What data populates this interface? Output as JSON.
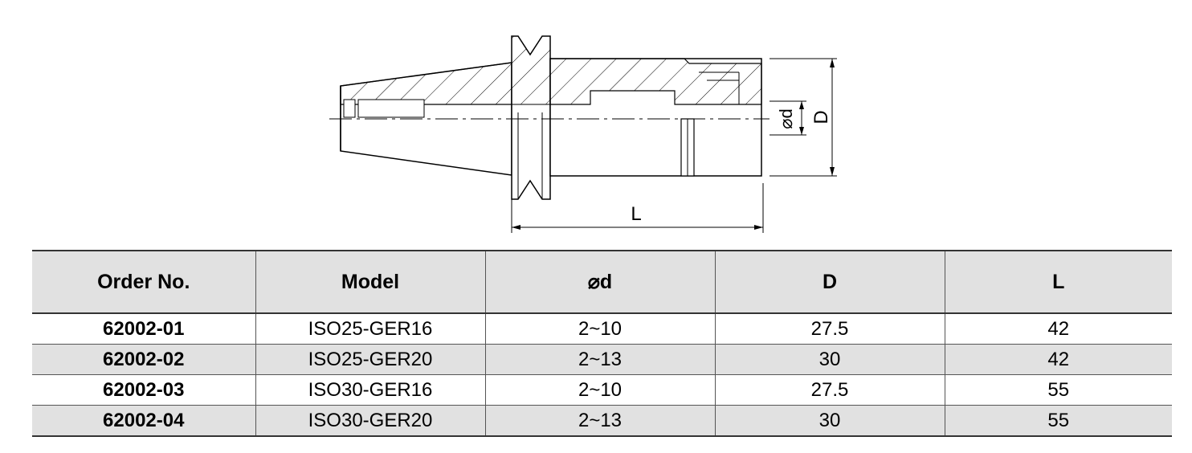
{
  "drawing": {
    "labels": {
      "bore": "⌀d",
      "outer_diameter": "D",
      "length": "L"
    }
  },
  "table": {
    "headers": [
      "Order No.",
      "Model",
      "⌀d",
      "D",
      "L"
    ],
    "rows": [
      [
        "62002-01",
        "ISO25-GER16",
        "2~10",
        "27.5",
        "42"
      ],
      [
        "62002-02",
        "ISO25-GER20",
        "2~13",
        "30",
        "42"
      ],
      [
        "62002-03",
        "ISO30-GER16",
        "2~10",
        "27.5",
        "55"
      ],
      [
        "62002-04",
        "ISO30-GER20",
        "2~13",
        "30",
        "55"
      ]
    ]
  },
  "colors": {
    "header_bg": "#e1e1e1",
    "alt_row_bg": "#e1e1e1",
    "line": "#000000"
  }
}
